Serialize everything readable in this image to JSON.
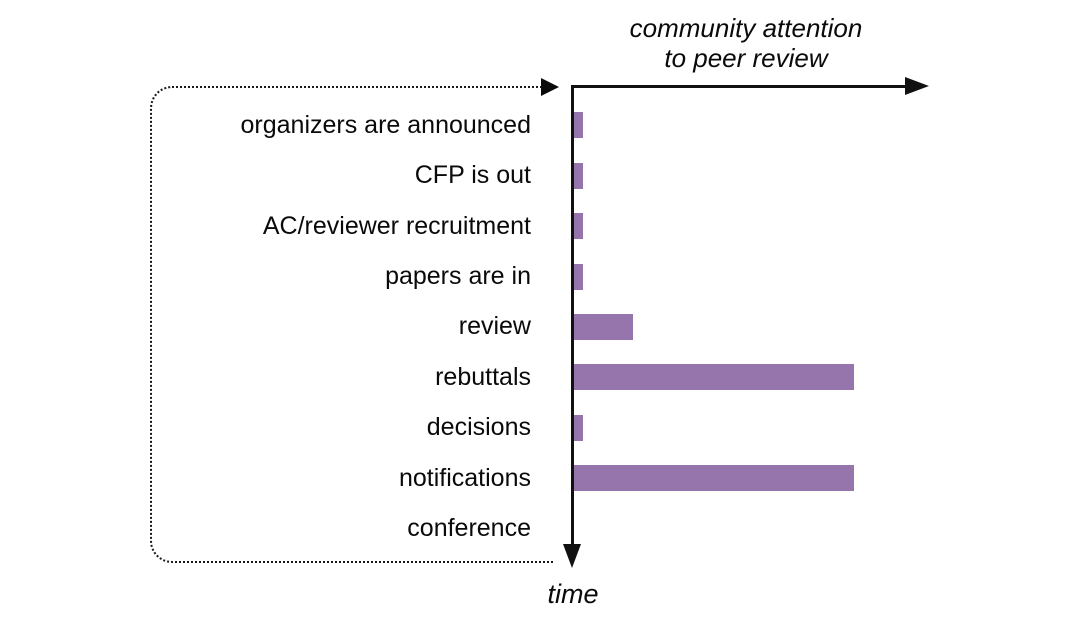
{
  "chart_data": {
    "type": "bar",
    "orientation": "horizontal",
    "title": "community attention to peer review",
    "title_lines": [
      "community attention",
      "to peer review"
    ],
    "value_axis_label": "community attention to peer review",
    "category_axis_label": "time",
    "categories": [
      "organizers are announced",
      "CFP is out",
      "AC/reviewer recruitment",
      "papers are in",
      "review",
      "rebuttals",
      "decisions",
      "notifications",
      "conference"
    ],
    "values": [
      2.5,
      2.5,
      2.5,
      2.5,
      16.7,
      79.3,
      2.5,
      79.3,
      0
    ],
    "values_note": "relative bar lengths, percent of value-axis length; axis has no tick labels",
    "bar_color": "#9675ac",
    "axis_color": "#111111",
    "text_color": "#0a0a0a",
    "grid": false,
    "legend": false,
    "annotations": {
      "timeline_box_style": "dotted rounded rectangle enclosing event labels, open on the right, ending in an arrow at the axis origin"
    }
  }
}
